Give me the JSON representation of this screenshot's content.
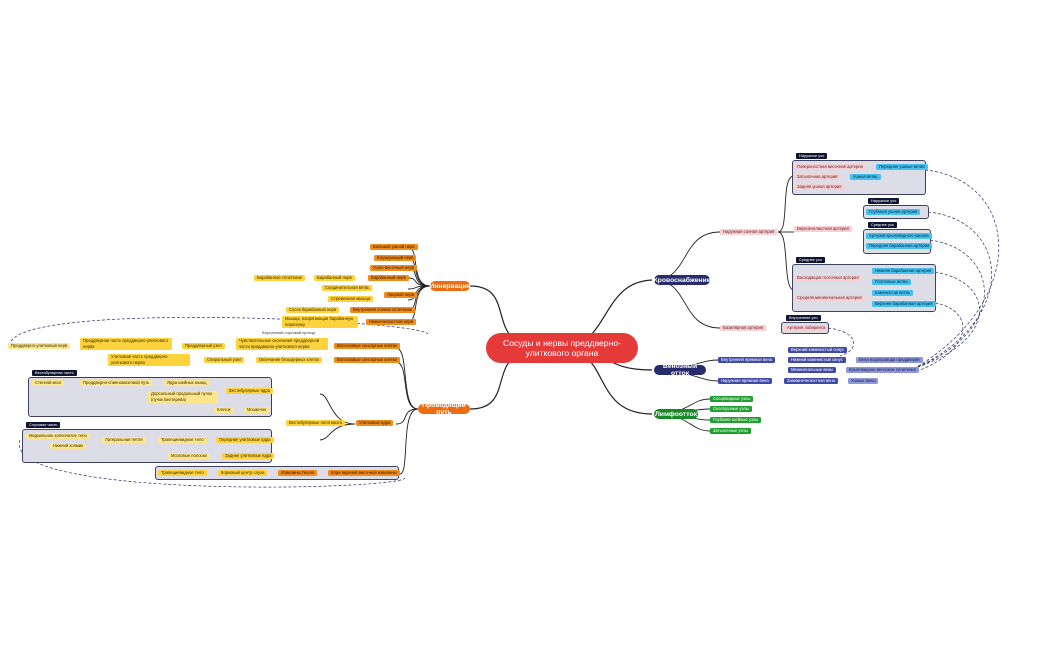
{
  "root": {
    "title": "Сосуды и нервы преддверно-\nулиткового органа"
  },
  "branches": {
    "blood": "Кровоснабжение",
    "venous": "Венозный отток",
    "lymph": "Лимфоотток",
    "innervation": "Иннервация",
    "pathway": "Проводящий путь"
  },
  "blood": {
    "ext_carotid": "Наружная сонная артерия",
    "basilar": "Базилярная артерия",
    "labels": {
      "outer_ear": "Наружное ухо",
      "outer_ear2": "Наружное ухо",
      "middle_ear": "Среднее ухо",
      "middle_ear2": "Среднее ухо",
      "inner_ear": "Внутреннее ухо"
    },
    "superficial_temporal": "Поверхностная височная артерия",
    "ant_auricular": "Передние ушные ветви",
    "occipital": "Затылочная артерия",
    "auricular_branch": "Ушная ветвь",
    "post_auricular": "Задняя ушная артерия",
    "maxillary": "Верхнечелюстная артерия",
    "deep_auricular": "Глубокая ушная артерия",
    "pterygoid_canal": "Артерия крыловидного канала",
    "ant_tympanic": "Передняя барабанная артерия",
    "asc_pharyngeal": "Восходящая глоточная артерия",
    "inf_tympanic": "Нижняя барабанная артерия",
    "pharyngeal_br": "Глоточные ветви",
    "middle_meningeal": "Средняя менингеальная артерия",
    "petrosal": "Каменистая ветвь",
    "sup_tympanic": "Верхняя барабанная артерия",
    "labyrinth": "Артерия лабиринта"
  },
  "venous": {
    "int_jugular": "Внутренняя яремная вена",
    "sup_petrosal": "Верхний каменистый синус",
    "inf_petrosal": "Нижний каменистый синус",
    "meningeal": "Менингеальные вены",
    "ext_jugular": "Наружная яремная вена",
    "retromandibular": "Занижнечелюстная вена",
    "veins_vestibular": "Вена водопровода преддверия",
    "pterygoid_plexus": "Крыловидное венозное сплетение",
    "auricular_veins": "Ушные вены"
  },
  "lymph": {
    "items": [
      "Сосцевидные узлы",
      "Околоушные узлы",
      "Глубокие шейные узлы",
      "Затылочные узлы"
    ]
  },
  "innervation": {
    "items": [
      "Большой ушной нерв",
      "Блуждающий нерв",
      "Ушно-височный нерв",
      "Барабанный нерв",
      "Барабанное сплетение",
      "Соединительная ветвь",
      "Лицевой нерв",
      "Стременная мышца",
      "Сосок барабанный нерв",
      "Внутренняя сонная сплетение",
      "Мышца, напрягающая барабанную перепонку",
      "Нижнечелюстной нерв"
    ]
  },
  "pathway": {
    "floating_label": "Внутренний слуховой проход",
    "vestibular_part_tag": "Вестибулярная часть",
    "cochlear_part_tag": "Слуховая часть",
    "vestibulocochlear": "Преддверно-улитковый нерв",
    "vest_nerve_part": "Преддверная часть преддверно-улиткового нерва",
    "vest_ganglion": "Преддверный узел",
    "vest_receptors": "Чувствительные окончания преддверной части преддверно-улиткового нерва",
    "vest_sensory": "Волосковые сенсорные клетки",
    "cochlear_nerve_part": "Улитковая часть преддверно-улиткового нерва",
    "spiral_ganglion": "Спиральный узел",
    "organ_corti": "Окончание безыдерных клеток",
    "hair_cells": "Волосковые сенсорные клетки",
    "vest_nuclei": "Вестибулярные ядра",
    "cerebellar_tonsil": "Стенной мозг",
    "vestibulospinal": "Преддверно-спинномозговой путь",
    "nucleus_muscle": "Ядра шейных мышц",
    "med_longitudinal": "Дорсальный продольный пучок (пучок Бехтерева)",
    "vest_area": "Вестибулярные ядра",
    "uncus": "Клочок",
    "cerebellum": "Мозжечок",
    "brainstem": "Вестибулярные поля мозга",
    "cochlear_nucleus": "Улитковые ядра",
    "medial_geniculate": "Медиальное коленчатое тело",
    "lower_colliculus": "Нижний холмик",
    "lateral_loop": "Латеральная петля",
    "trapezoid_body": "Трапециевидное тело",
    "ant_cochlear": "Передние улитковые ядра",
    "brainstem2": "Мозговые полоски",
    "post_cochlear": "Задние улитковые ядра",
    "trapezoid2": "Трапециевидное тело",
    "auditory_center": "Корковый центр слуха",
    "heschl": "Извилины Гешля",
    "cortex_temporal": "Кора верхней височной извилины"
  }
}
